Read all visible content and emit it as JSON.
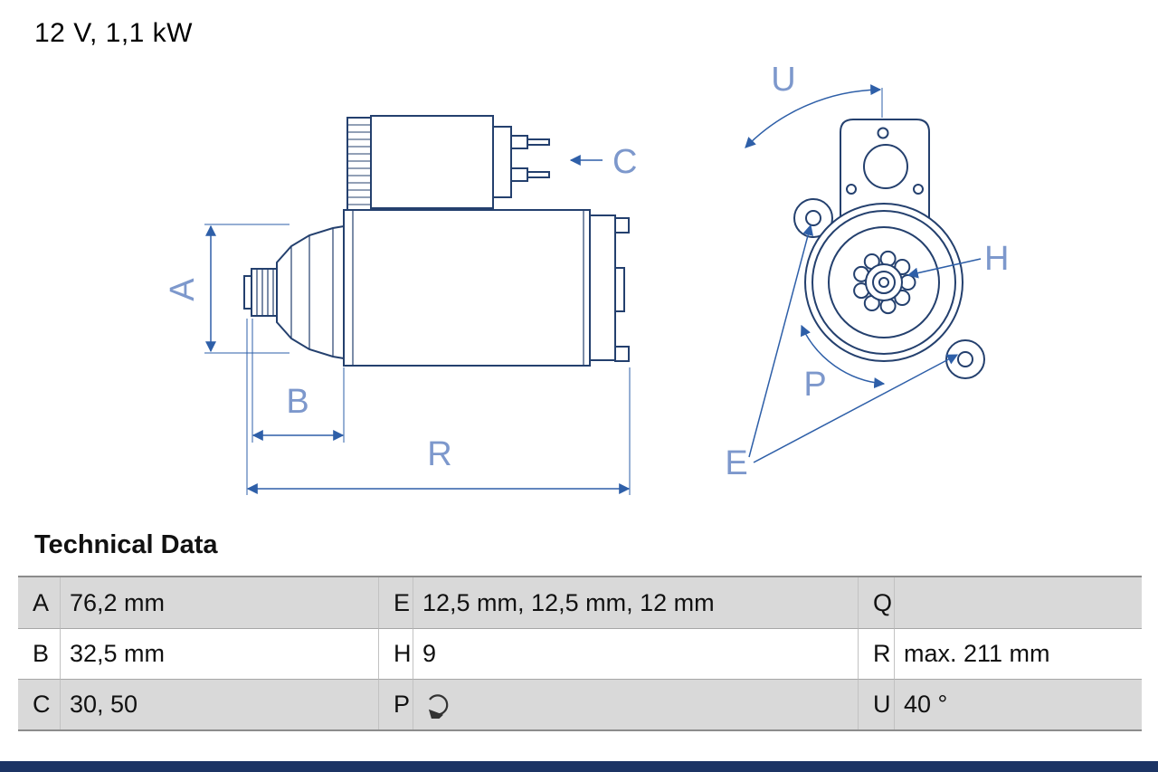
{
  "title": "12 V, 1,1 kW",
  "drawing": {
    "labels": {
      "A": "A",
      "B": "B",
      "C": "C",
      "R": "R",
      "U": "U",
      "H": "H",
      "P": "P",
      "E": "E"
    }
  },
  "table": {
    "heading": "Technical Data",
    "rows": [
      {
        "c1k": "A",
        "c1v": "76,2 mm",
        "c2k": "E",
        "c2v": "12,5 mm, 12,5 mm, 12 mm",
        "c3k": "Q",
        "c3v": ""
      },
      {
        "c1k": "B",
        "c1v": "32,5 mm",
        "c2k": "H",
        "c2v": "9",
        "c3k": "R",
        "c3v": "max. 211 mm"
      },
      {
        "c1k": "C",
        "c1v": "30, 50",
        "c2k": "P",
        "c2v": "",
        "c3k": "U",
        "c3v": "40 °"
      }
    ],
    "icons": {
      "p_value": "rotation-direction-icon"
    }
  },
  "colors": {
    "outline": "#24406e",
    "dimension": "#2e5fa8",
    "label": "#7d98cc",
    "row_shade": "#d9d9d9",
    "table_border": "#8c8c8c",
    "bottom_bar": "#1c3464"
  }
}
